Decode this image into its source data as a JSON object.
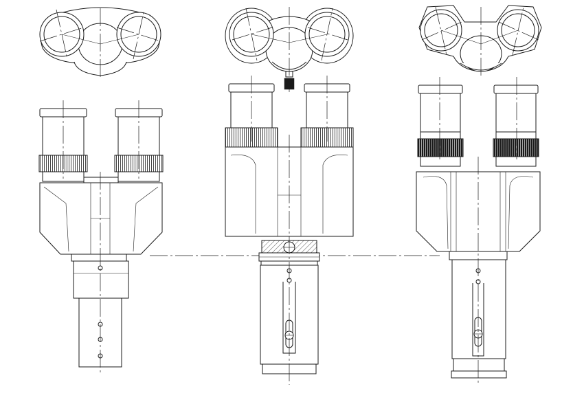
{
  "drawing": {
    "views": [
      {
        "id": "binocular-head-a",
        "eyepieces": 2,
        "focus_ring": "light-knurl",
        "base": "straight-tube"
      },
      {
        "id": "binocular-head-b",
        "eyepieces": 2,
        "focus_ring": "light-knurl",
        "base": "slotted-tube"
      },
      {
        "id": "binocular-head-c",
        "eyepieces": 2,
        "focus_ring": "dark-knurl",
        "base": "slotted-tube"
      }
    ],
    "line_color": "#1a1a1a",
    "background": "#ffffff"
  }
}
